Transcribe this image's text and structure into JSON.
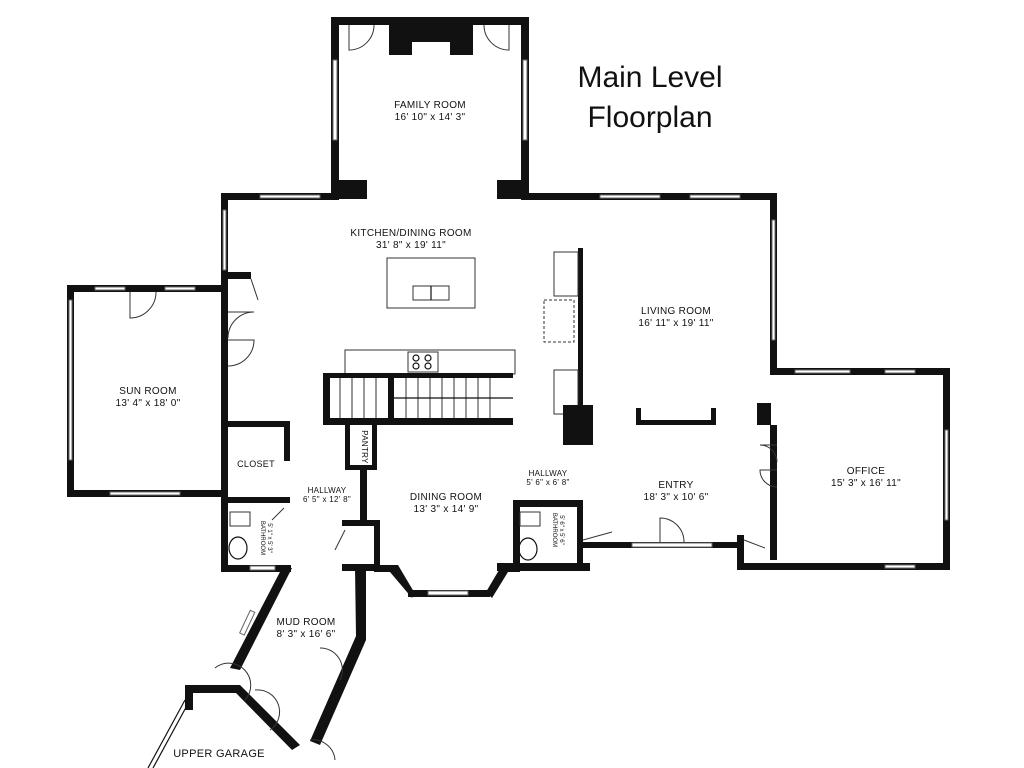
{
  "title": {
    "line1": "Main Level",
    "line2": "Floorplan"
  },
  "rooms": {
    "family_room": {
      "name": "FAMILY ROOM",
      "size": "16' 10\" x 14' 3\""
    },
    "kitchen": {
      "name": "KITCHEN/DINING ROOM",
      "size": "31' 8\" x 19' 11\""
    },
    "living_room": {
      "name": "LIVING ROOM",
      "size": "16' 11\" x 19' 11\""
    },
    "sun_room": {
      "name": "SUN ROOM",
      "size": "13' 4\" x 18' 0\""
    },
    "closet": {
      "name": "CLOSET"
    },
    "pantry": {
      "name": "PANTRY"
    },
    "hallway_left": {
      "name": "HALLWAY",
      "size": "6' 5\" x 12' 8\""
    },
    "hallway_right": {
      "name": "HALLWAY",
      "size": "5' 6\" x 6' 8\""
    },
    "dining_room": {
      "name": "DINING ROOM",
      "size": "13' 3\" x 14' 9\""
    },
    "entry": {
      "name": "ENTRY",
      "size": "18' 3\" x 10' 6\""
    },
    "office": {
      "name": "OFFICE",
      "size": "15' 3\" x 16' 11\""
    },
    "bathroom_left": {
      "name": "BATHROOM",
      "size": "5' 1\" x 5' 3\""
    },
    "bathroom_right": {
      "name": "BATHROOM",
      "size": "5' 6\" x 5' 6\""
    },
    "mud_room": {
      "name": "MUD ROOM",
      "size": "8' 3\" x 16' 6\""
    },
    "upper_garage": {
      "name": "UPPER GARAGE"
    }
  }
}
